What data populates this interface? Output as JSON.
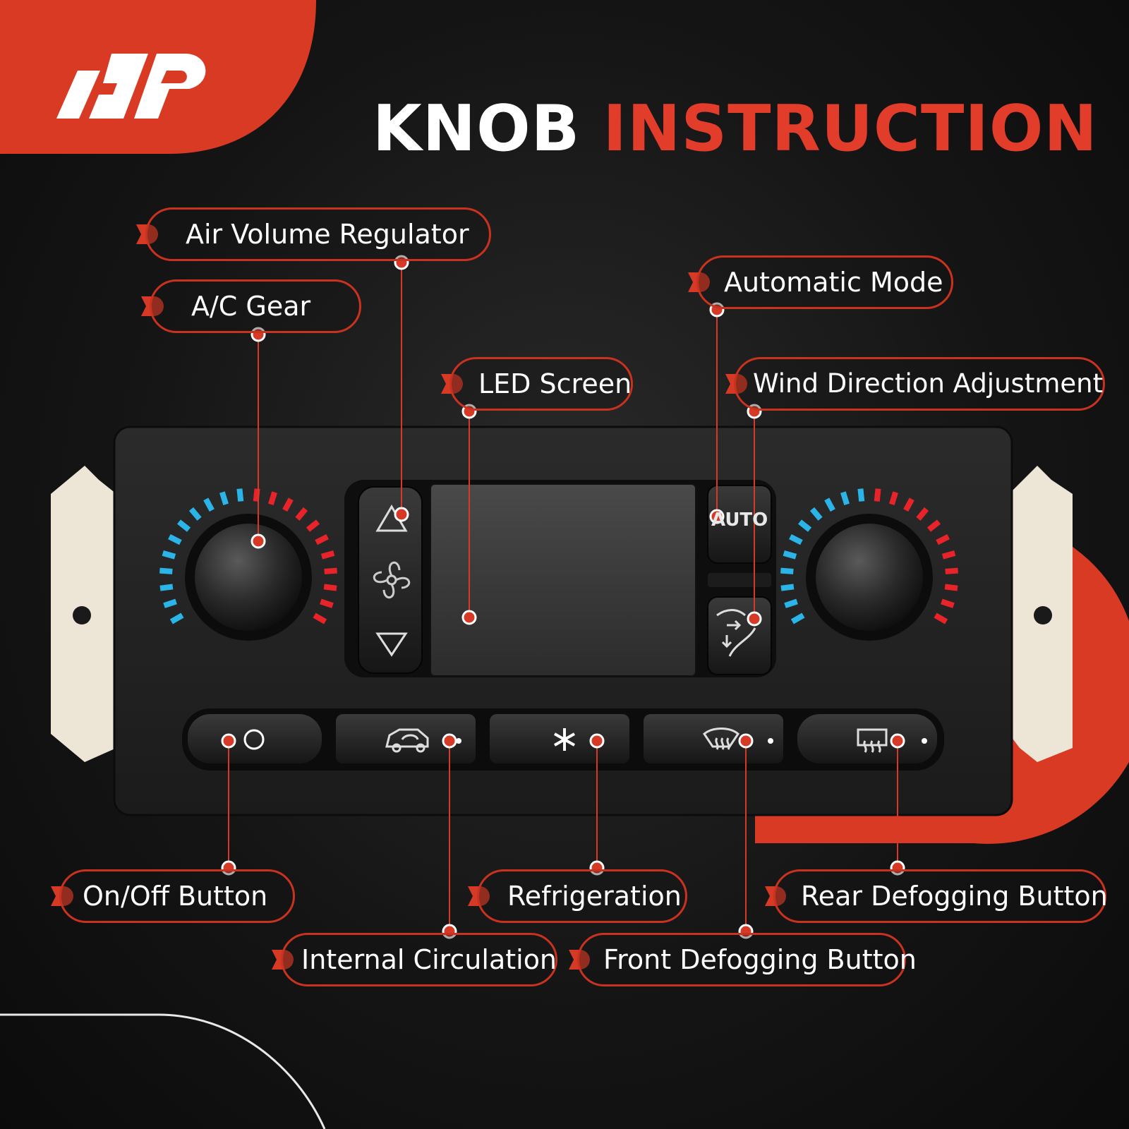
{
  "brand": {
    "logo": "a-premium-logo",
    "accent": "#e23d2b"
  },
  "title": {
    "word1": "KNOB",
    "word2": "INSTRUCTION"
  },
  "panel": {
    "auto_button": "AUTO",
    "icons": [
      "fan-up-arrow-icon",
      "fan-icon",
      "fan-down-arrow-icon",
      "power-icon",
      "recirculation-icon",
      "snowflake-icon",
      "front-defrost-icon",
      "rear-defrost-icon",
      "wind-direction-icon"
    ]
  },
  "callouts": {
    "air_volume": "Air Volume Regulator",
    "ac_gear": "A/C Gear",
    "led_screen": "LED Screen",
    "auto_mode": "Automatic Mode",
    "wind_direction": "Wind Direction Adjustment",
    "on_off": "On/Off Button",
    "refrigeration": "Refrigeration",
    "rear_defog": "Rear Defogging Button",
    "internal_circ": "Internal Circulation",
    "front_defog": "Front Defogging Button"
  }
}
